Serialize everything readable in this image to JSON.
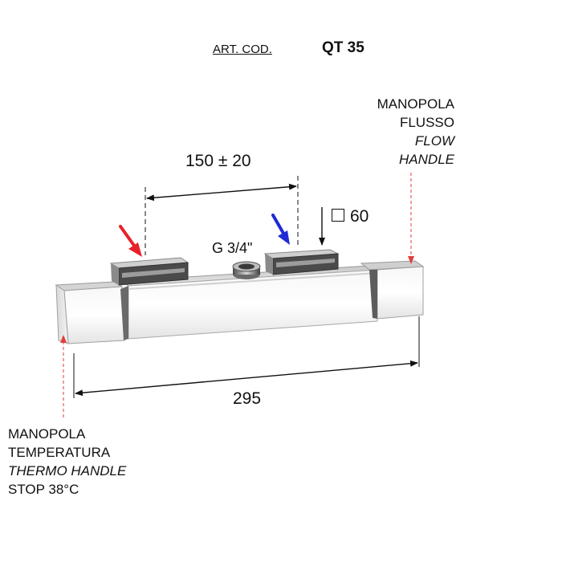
{
  "header": {
    "art_label": "ART. COD.",
    "art_code": "QT 35"
  },
  "dimensions": {
    "handle_spacing": "150 ± 20",
    "total_length": "295",
    "square_size": "60",
    "inlet_thread": "G 3/4\""
  },
  "flow_handle": {
    "line1": "MANOPOLA",
    "line2": "FLUSSO",
    "line3": "FLOW",
    "line4": "HANDLE"
  },
  "thermo_handle": {
    "line1": "MANOPOLA",
    "line2": "TEMPERATURA",
    "line3": "THERMO HANDLE",
    "line4": "STOP 38°C"
  },
  "colors": {
    "left_arrow": "#e8202a",
    "right_arrow": "#1f2ad6",
    "callout_line": "#e23c3c"
  },
  "icons": {
    "square_symbol": "square-icon",
    "thermo_pointer": "red-arrow-icon",
    "flow_pointer": "blue-arrow-icon"
  }
}
